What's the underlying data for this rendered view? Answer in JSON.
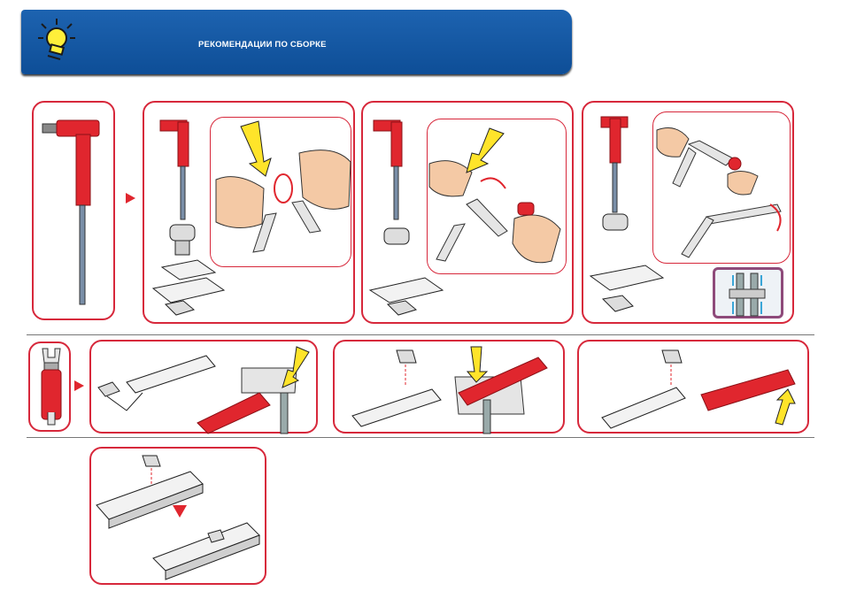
{
  "header": {
    "title": "РЕКОМЕНДАЦИИ ПО СБОРКЕ",
    "icon": "lightbulb-icon",
    "banner_color": "#155aa5"
  },
  "colors": {
    "frame_red": "#d7283b",
    "tool_red": "#e0262e",
    "arrow_yellow": "#ffe42a",
    "inset_purple": "#8e4a7a"
  },
  "panels": {
    "row1": [
      "allen-key",
      "step-push-screw",
      "step-turn-key",
      "step-tighten-strips"
    ],
    "row2": [
      "spanner-tool",
      "step-hold-nut",
      "step-wrench-nut",
      "step-flip-tool"
    ],
    "row3": [
      "step-nut-in-slot"
    ]
  }
}
